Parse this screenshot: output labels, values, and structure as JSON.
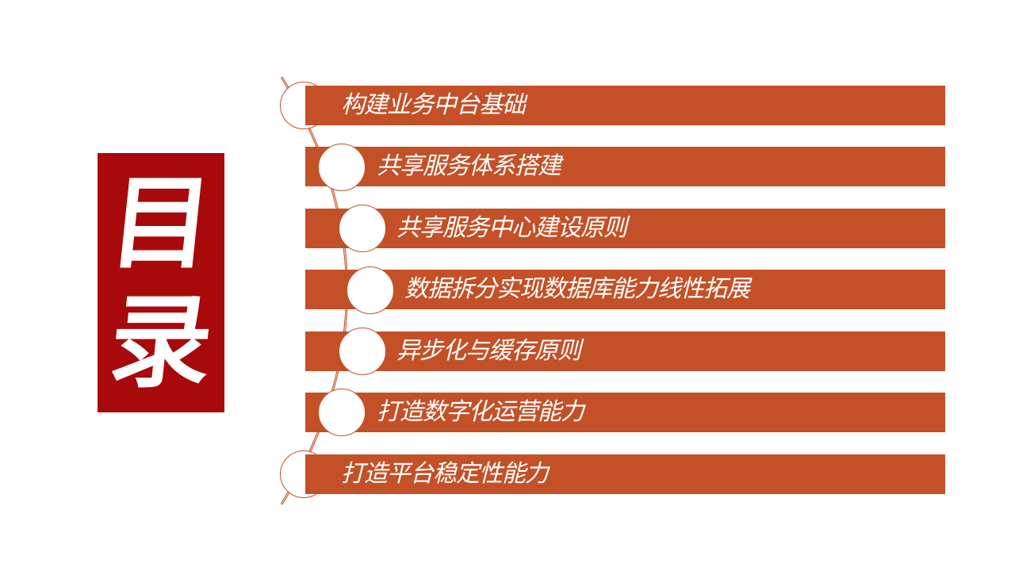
{
  "logo": {
    "char1": "目",
    "char2": "录"
  },
  "items": [
    {
      "label": "构建业务中台基础"
    },
    {
      "label": "共享服务体系搭建"
    },
    {
      "label": "共享服务中心建设原则"
    },
    {
      "label": "数据拆分实现数据库能力线性拓展"
    },
    {
      "label": "异步化与缓存原则"
    },
    {
      "label": "打造数字化运营能力"
    },
    {
      "label": "打造平台稳定性能力"
    }
  ],
  "colors": {
    "bar": "#c45027",
    "logo_bg": "#a80a0c"
  }
}
